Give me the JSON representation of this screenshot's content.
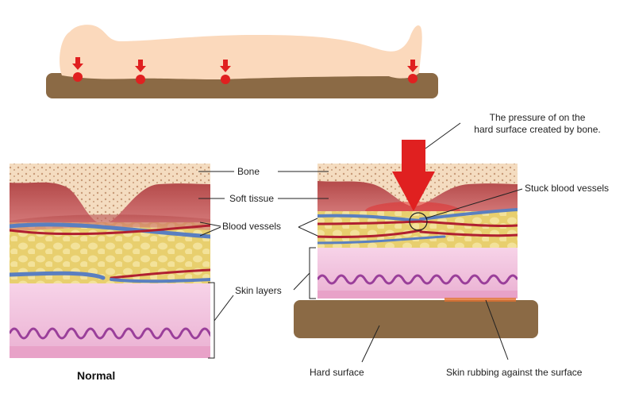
{
  "labels": {
    "bone": "Bone",
    "soft_tissue": "Soft tissue",
    "blood_vessels": "Blood vessels",
    "skin_layers": "Skin layers",
    "normal": "Normal",
    "pressure_line1": "The pressure of on the",
    "pressure_line2": "hard surface created by bone.",
    "stuck_vessels": "Stuck blood vessels",
    "hard_surface": "Hard surface",
    "skin_rubbing": "Skin rubbing against the surface"
  },
  "colors": {
    "bone": "#f4dcc0",
    "bone_dots": "#c89a78",
    "muscle": "#c05a5a",
    "fat": "#e8d070",
    "skin": "#f3c2dd",
    "skin_wave": "#9a3f9a",
    "hard_surface": "#8b6a45",
    "body": "#fbd9bc",
    "pressure_arrow": "#e02020",
    "vessel_blue": "#5a7fc0",
    "vessel_red": "#b02030"
  },
  "icons": {
    "pressure_point": "red-dot-arrow-icon",
    "pressure_arrow": "big-red-down-arrow-icon"
  }
}
